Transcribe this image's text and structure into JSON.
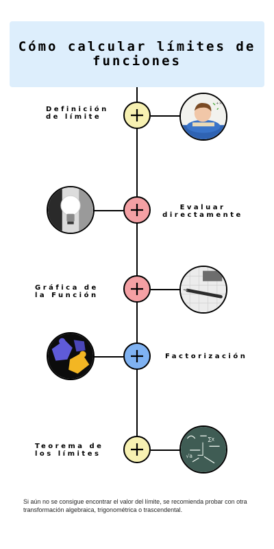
{
  "title": "Cómo calcular límites de funciones",
  "colors": {
    "title_bg": "#ddeefc",
    "yellow": "#f7f1b2",
    "red": "#f4a0a4",
    "blue": "#7fb2f2"
  },
  "steps": [
    {
      "label": "Definición\nde límite",
      "node_color": "yellow",
      "icon": "plus-icon",
      "image": "child-reading-image"
    },
    {
      "label": "Evaluar\ndirectamente",
      "node_color": "red",
      "icon": "plus-icon",
      "image": "light-bulb-image"
    },
    {
      "label": "Gráfica de\nla Función",
      "node_color": "red",
      "icon": "plus-icon",
      "image": "pen-on-graph-paper-image"
    },
    {
      "label": "Factorización",
      "node_color": "blue",
      "icon": "plus-icon",
      "image": "puzzle-pieces-image"
    },
    {
      "label": "Teorema de\nlos límites",
      "node_color": "yellow",
      "icon": "plus-icon",
      "image": "chalkboard-formulas-image"
    }
  ],
  "footnote": "Si aún no se consigue encontrar el valor del límite, se recomienda probar con otra transformación algebraica, trigonométrica o trascendental."
}
